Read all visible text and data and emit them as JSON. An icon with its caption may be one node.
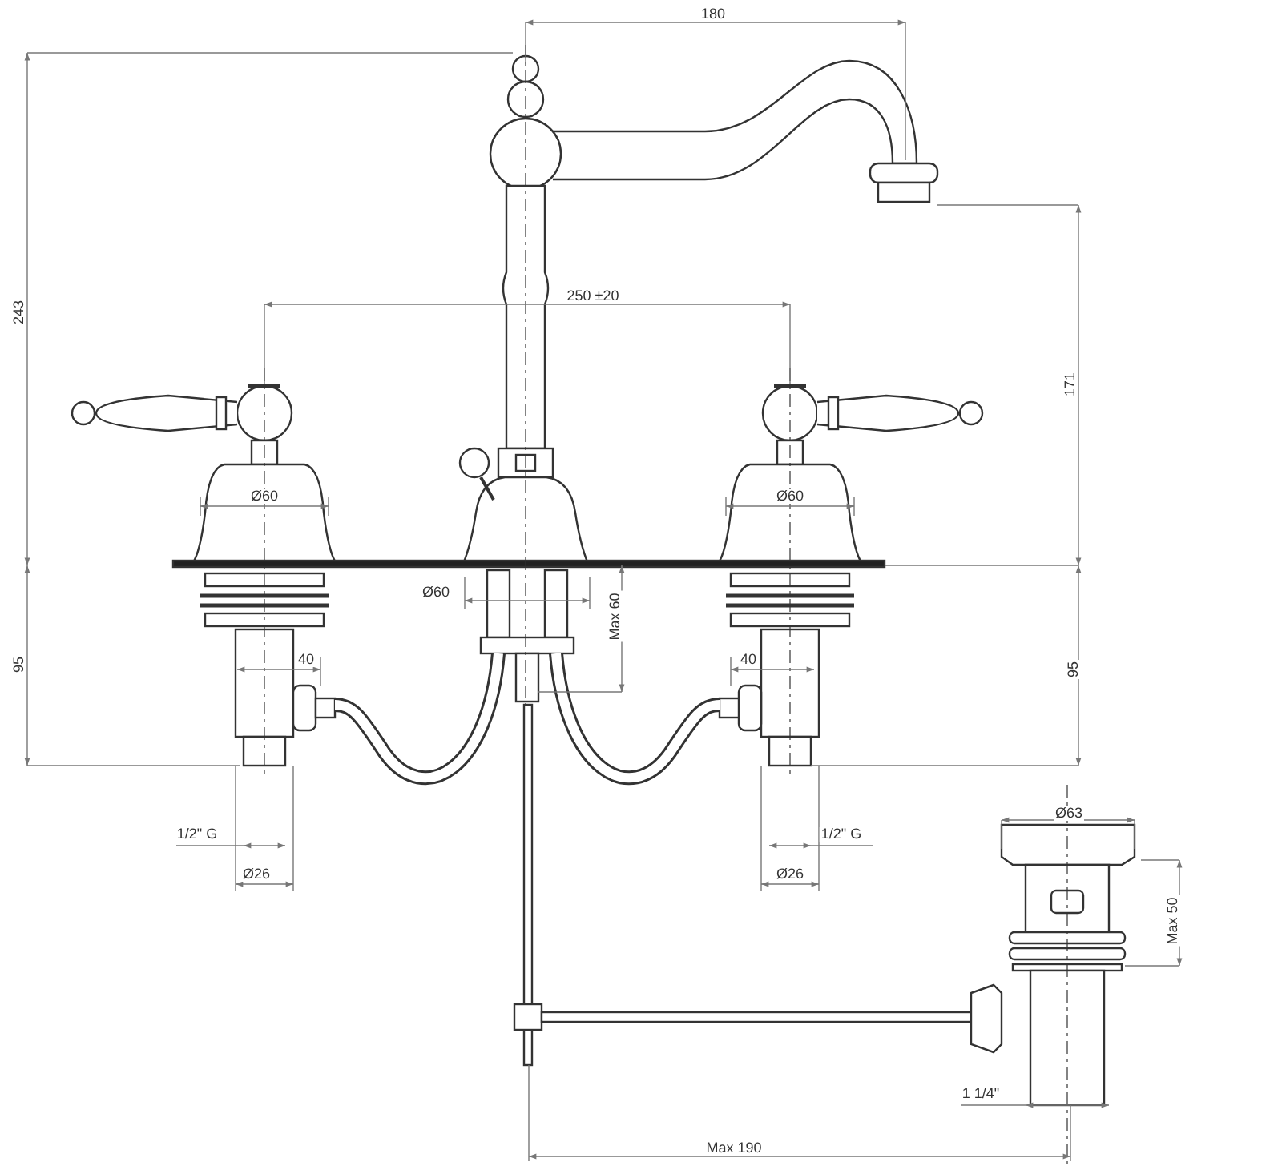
{
  "diagram": {
    "labels": [
      "180",
      "243",
      "250 ±20",
      "171",
      "Ø60",
      "Ø60",
      "Ø60",
      "Max 60",
      "95",
      "40",
      "40",
      "95",
      "1/2\" G",
      "1/2\" G",
      "Ø63",
      "Ø26",
      "Ø26",
      "Max 50",
      "1 1/4\"",
      "Max 190"
    ]
  }
}
